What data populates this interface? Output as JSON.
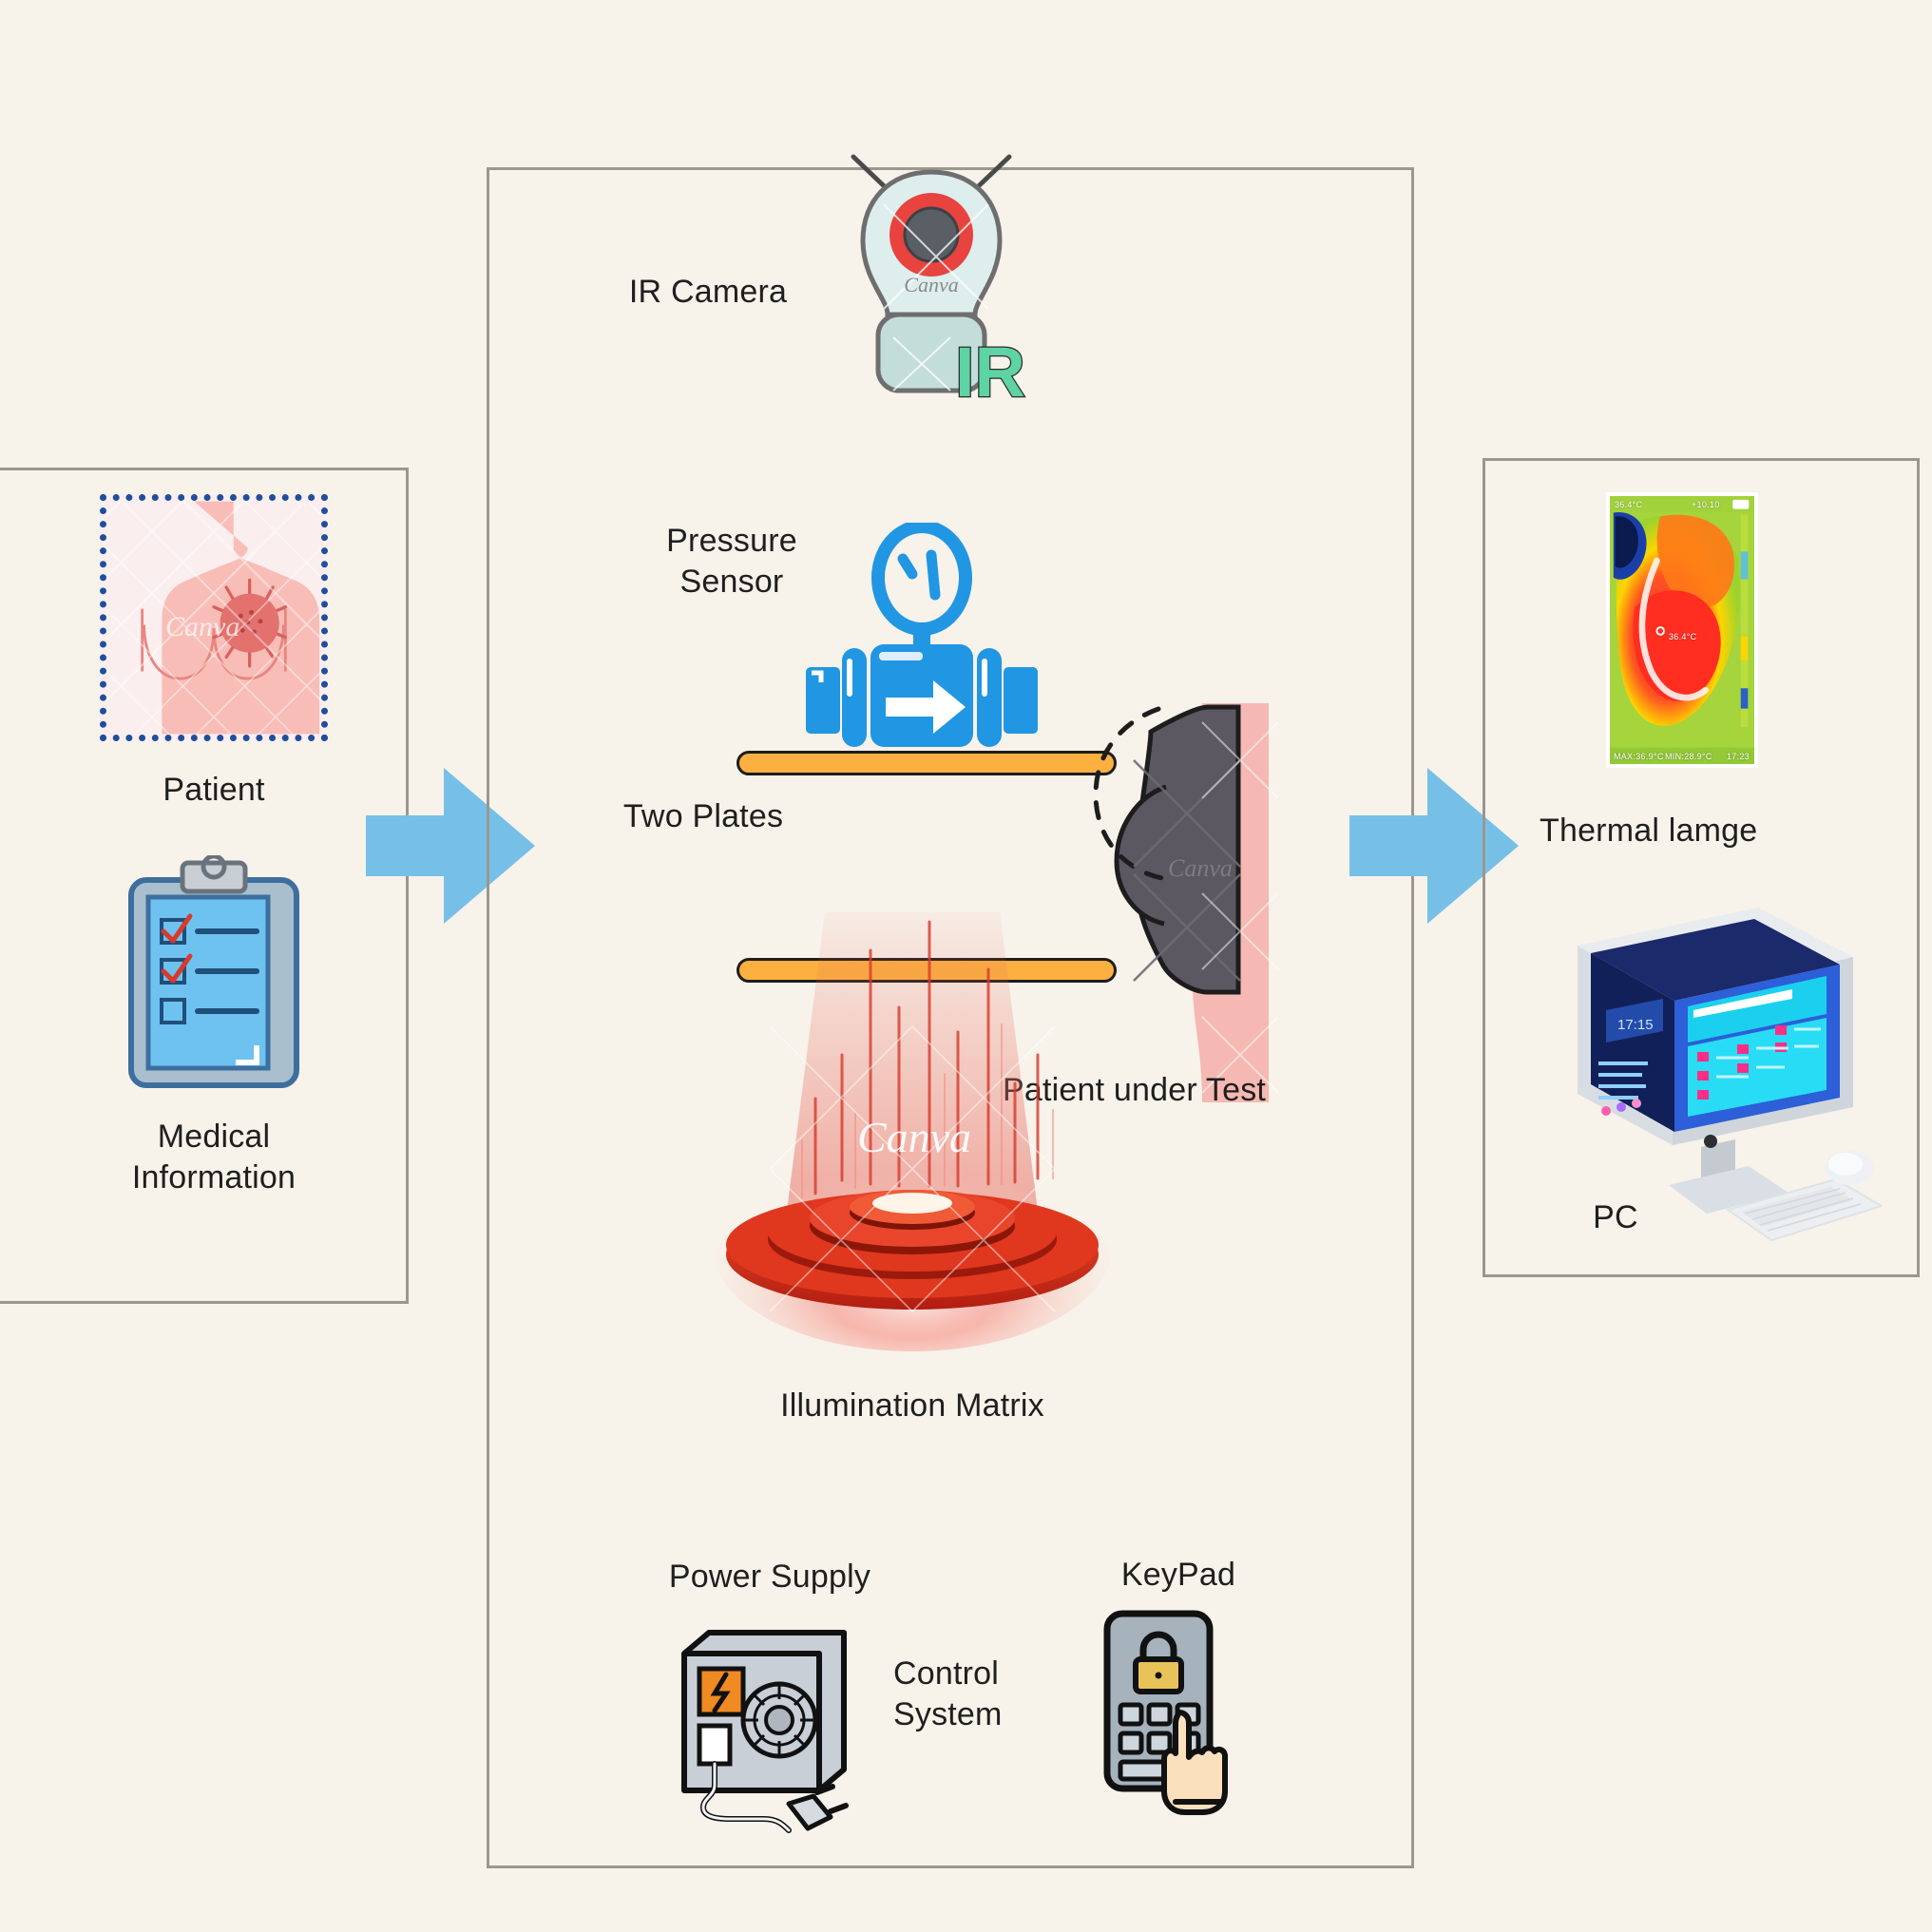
{
  "meta": {
    "background_color": "#f7f2ea",
    "panel_border_color": "#9b978f",
    "arrow_color": "#76c0e8",
    "plate_color": "#fbb040",
    "accent_blue": "#2196e3",
    "illumination_color": "#d93b22",
    "text_color": "#1f1f1f"
  },
  "input_panel": {
    "patient": {
      "label": "Patient",
      "icon": "female-chest-tumor-illustration",
      "watermark": "Canva",
      "border_style": "dotted",
      "border_color": "#1f4f9c"
    },
    "medical_information": {
      "label": "Medical\nInformation",
      "label_line1": "Medical",
      "label_line2": "Information",
      "icon": "clipboard-checklist-icon",
      "checked_items": 2,
      "total_items": 3
    }
  },
  "system_panel": {
    "ir_camera": {
      "label": "IR Camera",
      "icon": "ir-camera-icon",
      "badge": "IR",
      "badge_color": "#5ed3a4",
      "lens_color": "#e8433f",
      "watermark": "Canva"
    },
    "pressure_sensor": {
      "label": "Pressure\nSensor",
      "label_line1": "Pressure",
      "label_line2": "Sensor",
      "icon": "pressure-gauge-icon",
      "color": "#2196e3"
    },
    "two_plates": {
      "label": "Two Plates",
      "count": 2,
      "color": "#fbb040"
    },
    "patient_under_test": {
      "label": "Patient under Test",
      "icon": "patient-torso-icon",
      "garment_color": "#5c5862",
      "skin_color": "#f6b8b2",
      "watermark": "Canva"
    },
    "illumination_matrix": {
      "label": "Illumination Matrix",
      "icon": "illumination-disc-icon",
      "color": "#d93b22",
      "watermark": "Canva"
    },
    "control_system": {
      "label": "Control\nSystem",
      "label_line1": "Control",
      "label_line2": "System",
      "power_supply": {
        "label": "Power Supply",
        "icon": "power-supply-unit-icon",
        "switch_color": "#f08a22"
      },
      "keypad": {
        "label": "KeyPad",
        "icon": "keypad-lock-icon",
        "lock_color": "#e8c35a",
        "hand": "pointing-hand-icon"
      }
    }
  },
  "output_panel": {
    "thermal_image": {
      "label": "Thermal lamge",
      "icon": "thermal-camera-image",
      "overlay_top_left": "36.4°C",
      "overlay_top_right": "+10.10",
      "overlay_center": "36.4°C",
      "overlay_bottom_left": "MAX:36.9°C",
      "overlay_bottom_mid": "MIN:28.9°C",
      "overlay_bottom_right": "17:23",
      "battery_icon": "battery-icon"
    },
    "pc": {
      "label": "PC",
      "icon": "desktop-computer-icon",
      "peripherals": [
        "keyboard",
        "mouse"
      ]
    }
  },
  "flow": {
    "arrow_1": {
      "name": "arrow-input-to-system",
      "direction": "right"
    },
    "arrow_2": {
      "name": "arrow-system-to-output",
      "direction": "right"
    }
  }
}
